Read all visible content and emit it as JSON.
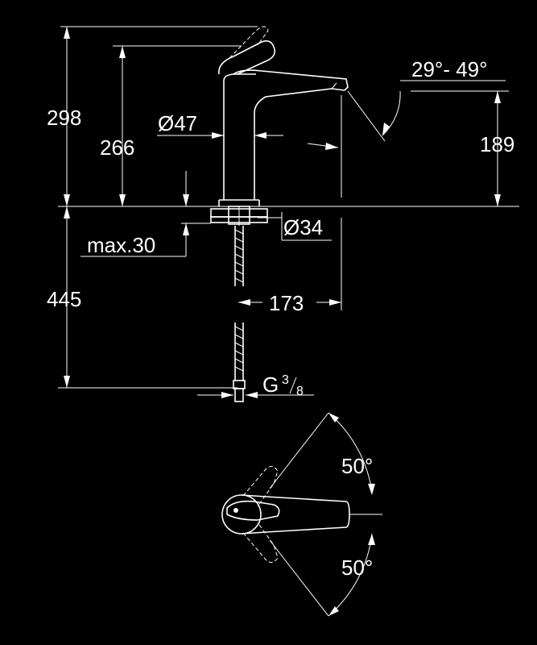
{
  "dimensions": {
    "total_height": "298",
    "spout_height": "266",
    "body_diameter": "Ø47",
    "outlet_height": "189",
    "spout_angle": "29°- 49°",
    "hole_diameter": "Ø34",
    "max_deck": "max.30",
    "hose_length": "445",
    "projection": "173",
    "thread_g": "G",
    "thread_num": "3",
    "thread_den": "8",
    "lever_angle_top": "50°",
    "lever_angle_bottom": "50°"
  }
}
